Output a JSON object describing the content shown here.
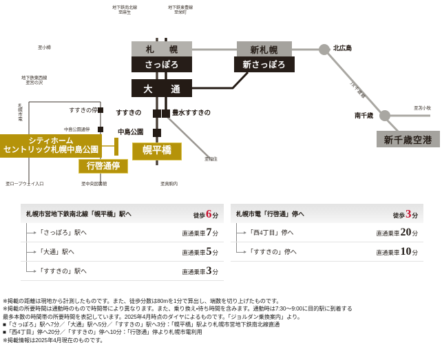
{
  "map": {
    "top_lines": [
      {
        "name": "subway-namboku-label",
        "text": "地下鉄南北線\n至麻生"
      },
      {
        "name": "subway-toho-label",
        "text": "地下鉄東豊線\n至栄町"
      }
    ],
    "labels": {
      "to_otaru": "至小樽",
      "subway_tozai": "地下鉄東西線\n至宮の沢",
      "sapporo_shiden": "札幌市電",
      "susukino_tram": "すすきの停",
      "nakajimakoen_dori_tram": "中島公園通停",
      "to_ropeway": "至ロープウェイ入口",
      "to_chuo_toshokan": "至中央図書館",
      "to_makomanai": "至真駒内",
      "to_fukuzumi": "至福住",
      "susukino": "すすきの",
      "hosui_susukino": "豊水すすきの",
      "nakajima_koen": "中島公園",
      "kitahiroshima": "北広島",
      "minami_chitose": "南千歳",
      "to_tomakomai": "至苫小牧",
      "jr_chitose_line": "JR千歳線"
    },
    "stations": {
      "sapporo_kanji": "札　幌",
      "sapporo_kana": "さっぽろ",
      "shin_sapporo_kanji": "新札幌",
      "shin_sapporo_kana": "新さっぽろ",
      "odori": "大　通",
      "shin_chitose_airport": "新千歳空港"
    },
    "highlights": {
      "property_line1": "シティホーム",
      "property_line2": "セントリック札幌中島公園",
      "gyokeidori_tei": "行啓通停",
      "horohirabashi": "幌平橋"
    },
    "colors": {
      "gold": "#b5930a",
      "gold_border": "#d9c24a",
      "plate_gray": "#b3b1ac",
      "plate_dark": "#241b15",
      "red": "#c8102e"
    }
  },
  "tables": [
    {
      "header_label": "札幌市営地下鉄南北線「幌平橋」駅へ",
      "header_mode": "徒歩",
      "header_value": "6",
      "header_unit": "分",
      "rows": [
        {
          "label": "「さっぽろ」駅へ",
          "mode": "直通乗車",
          "value": "7",
          "unit": "分"
        },
        {
          "label": "「大通」駅へ",
          "mode": "直通乗車",
          "value": "5",
          "unit": "分"
        },
        {
          "label": "「すすきの」駅へ",
          "mode": "直通乗車",
          "value": "3",
          "unit": "分"
        }
      ]
    },
    {
      "header_label": "札幌市電「行啓通」停へ",
      "header_mode": "徒歩",
      "header_value": "3",
      "header_unit": "分",
      "rows": [
        {
          "label": "「西4丁目」停へ",
          "mode": "直通乗車",
          "value": "20",
          "unit": "分"
        },
        {
          "label": "「すすきの」停へ",
          "mode": "直通乗車",
          "value": "10",
          "unit": "分"
        }
      ]
    }
  ],
  "notes": [
    "※掲載の距離は現地から計測したものです。また、徒歩分数は80mを1分で算出し、端数を切り上げたものです。",
    "※掲載の所要時間は通勤時のもので時間帯により異なります。また、乗り換え・待ち時間を含みます。通勤時は7:30〜9:00に目的駅に到着する",
    "最多本数の時間帯の所要時間を表記しています。2025年4月時点のダイヤによるものです。「ジョルダン乗換案内」より。",
    "■「さっぽろ」駅へ7分／「大通」駅へ5分／「すすきの」駅へ3分：「幌平橋」駅より札幌市営地下鉄南北線直通",
    "■「西4丁目」停へ20分／「すすきの」停へ10分：「行啓通」停より札幌市電利用",
    "※掲載情報は2025年4月現在のものです。"
  ]
}
